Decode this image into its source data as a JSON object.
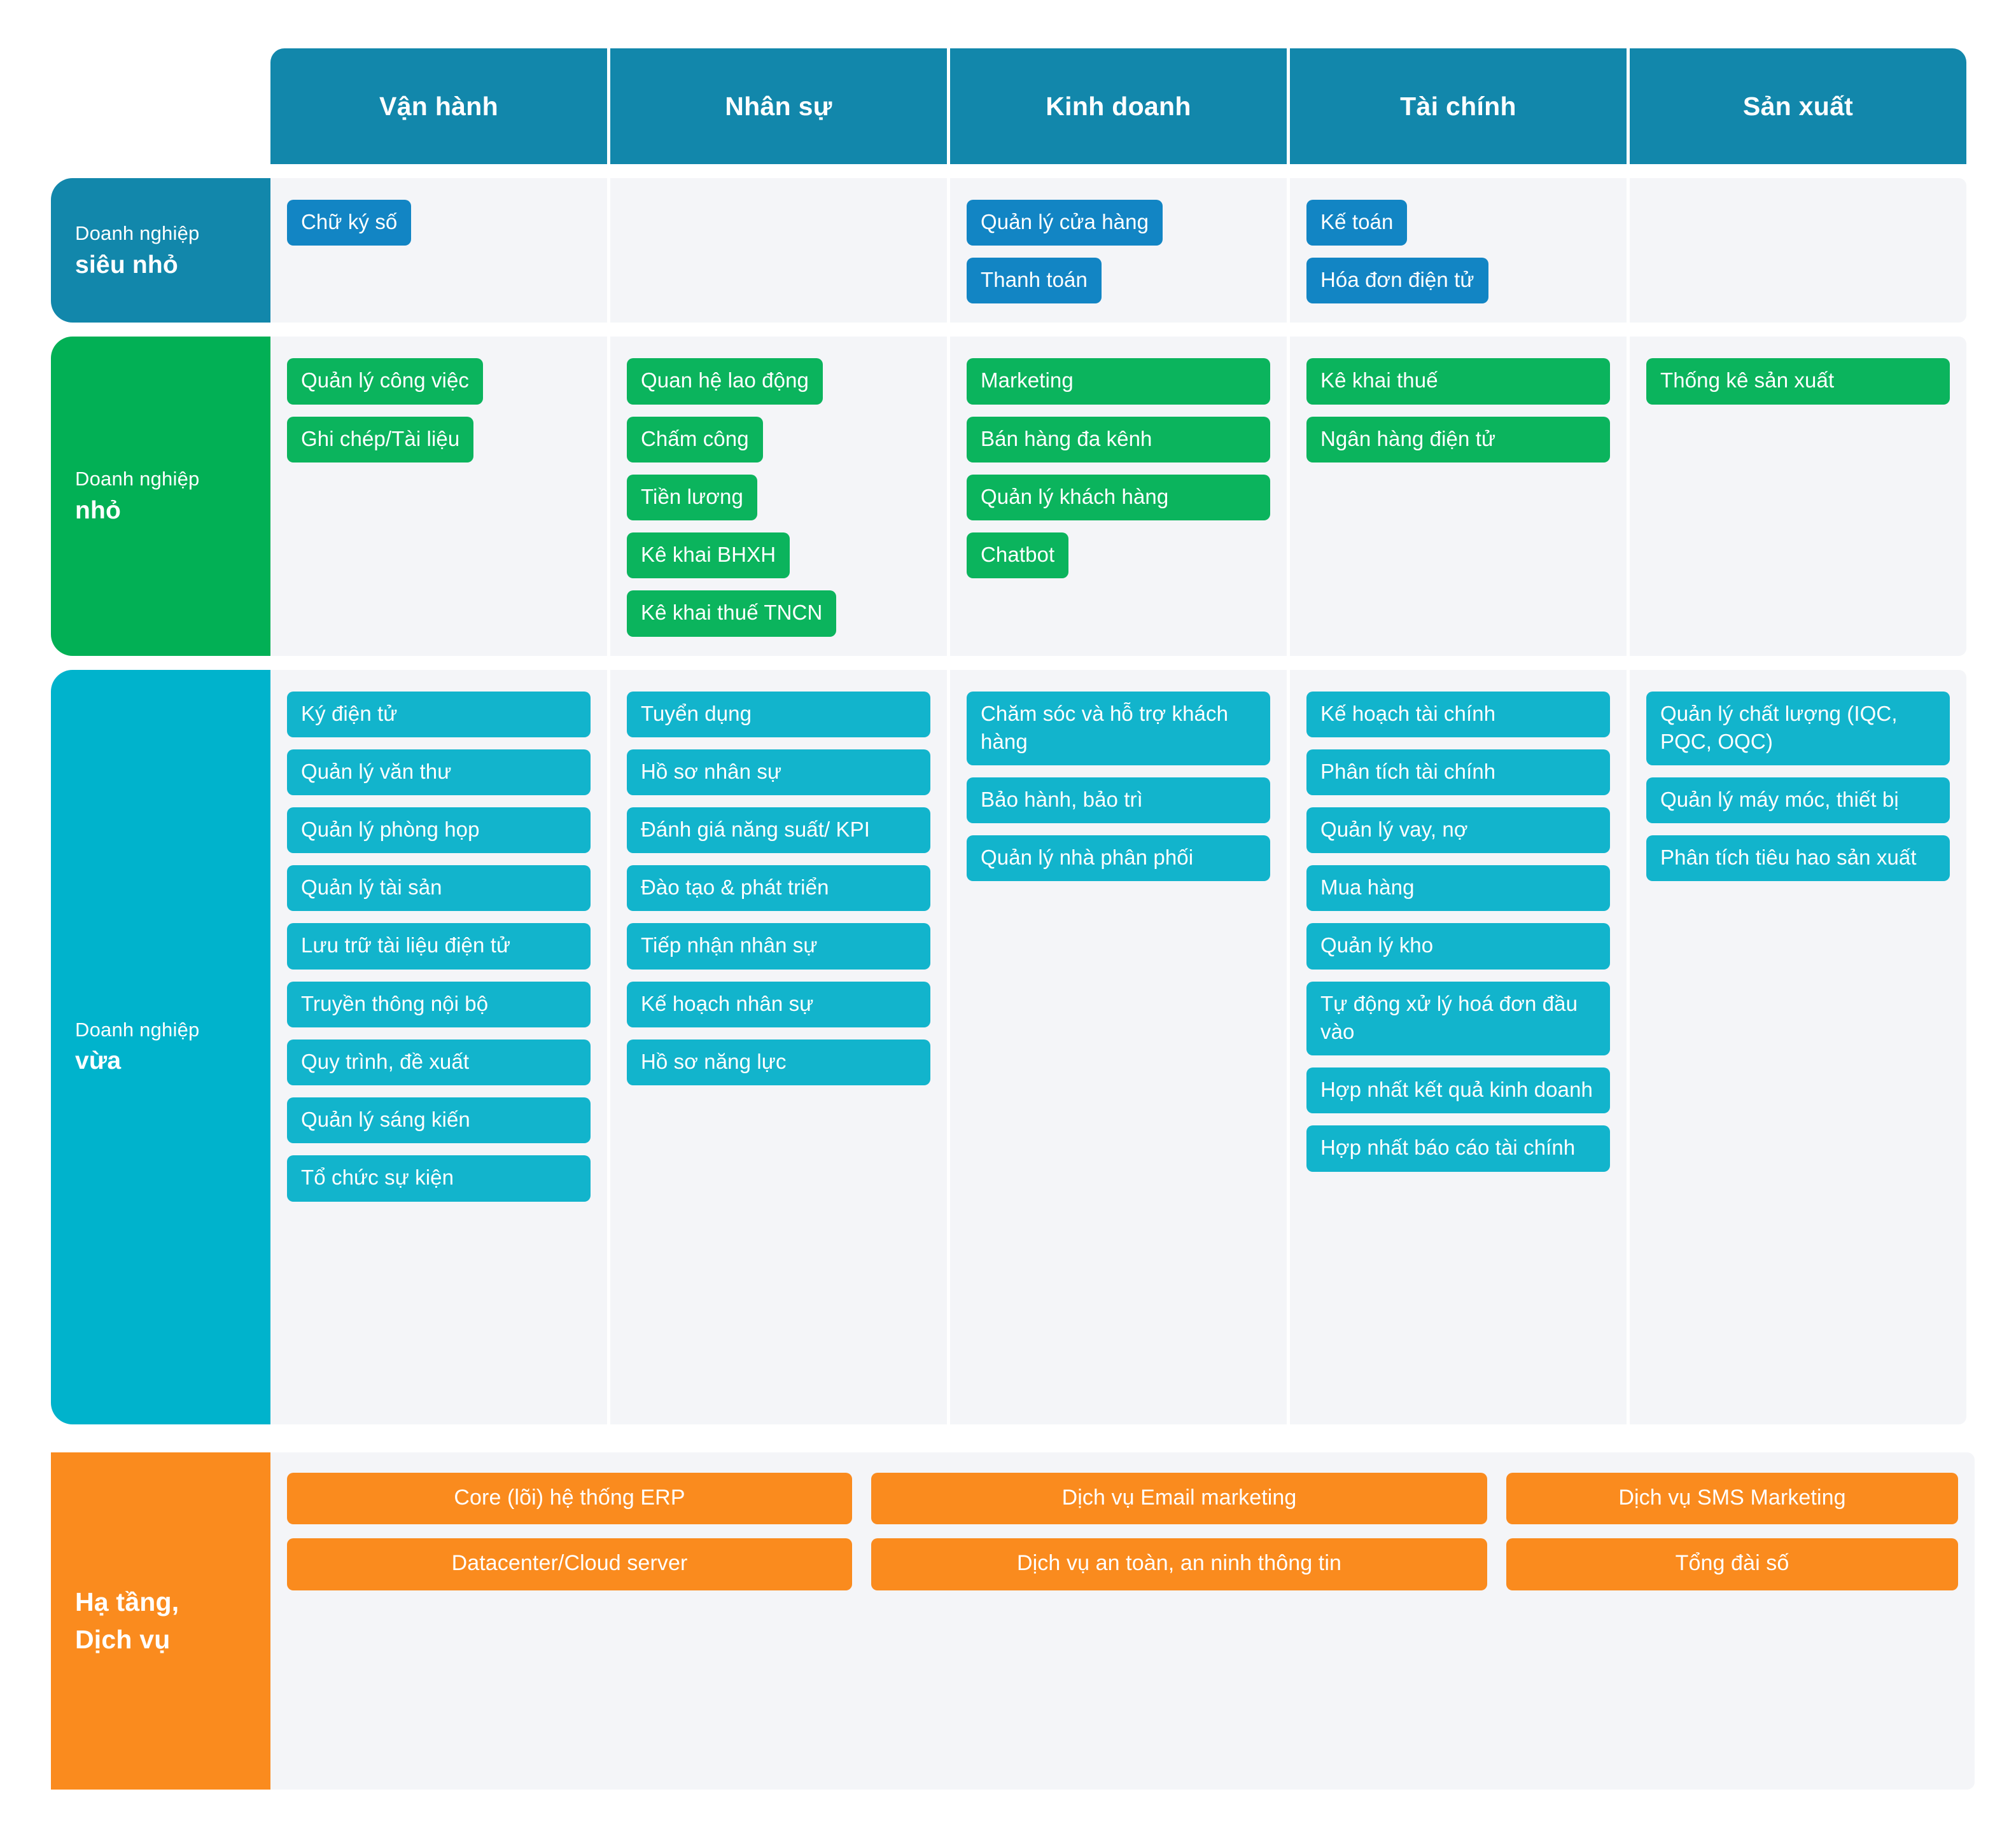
{
  "header": {
    "columns": [
      {
        "label": "Vận hành"
      },
      {
        "label": "Nhân sự"
      },
      {
        "label": "Kinh doanh"
      },
      {
        "label": "Tài chính"
      },
      {
        "label": "Sản xuất"
      }
    ]
  },
  "colors": {
    "header_teal": "#1287ab",
    "micro_blue": "#1285c4",
    "small_green": "#02b055",
    "medium_cyan": "#00b3cc",
    "infra_orange": "#fa8b1e",
    "panel_bg": "#f4f5f8",
    "page_bg": "#ffffff"
  },
  "rows": [
    {
      "id": "micro",
      "label_line1": "Doanh nghiệp",
      "label_line2": "siêu nhỏ",
      "cells": [
        {
          "column": "Vận hành",
          "items": [
            "Chữ ký số"
          ]
        },
        {
          "column": "Nhân sự",
          "items": []
        },
        {
          "column": "Kinh doanh",
          "items": [
            "Quản lý cửa hàng",
            "Thanh toán"
          ]
        },
        {
          "column": "Tài chính",
          "items": [
            "Kế toán",
            "Hóa đơn điện tử"
          ]
        },
        {
          "column": "Sản xuất",
          "items": []
        }
      ]
    },
    {
      "id": "small",
      "label_line1": "Doanh nghiệp",
      "label_line2": "nhỏ",
      "cells": [
        {
          "column": "Vận hành",
          "items": [
            "Quản lý công việc",
            "Ghi chép/Tài liệu"
          ]
        },
        {
          "column": "Nhân sự",
          "items": [
            "Quan hệ lao động",
            "Chấm công",
            "Tiền lương",
            "Kê khai BHXH",
            "Kê khai thuế TNCN"
          ]
        },
        {
          "column": "Kinh doanh",
          "items": [
            "Marketing",
            "Bán hàng đa kênh",
            "Quản lý khách hàng",
            "Chatbot"
          ]
        },
        {
          "column": "Tài chính",
          "items": [
            "Kê khai thuế",
            "Ngân hàng điện tử"
          ]
        },
        {
          "column": "Sản xuất",
          "items": [
            "Thống kê sản xuất"
          ]
        }
      ]
    },
    {
      "id": "medium",
      "label_line1": "Doanh nghiệp",
      "label_line2": "vừa",
      "cells": [
        {
          "column": "Vận hành",
          "items": [
            "Ký điện tử",
            "Quản lý văn thư",
            "Quản lý phòng họp",
            "Quản lý tài sản",
            "Lưu trữ tài liệu điện tử",
            "Truyền thông nội bộ",
            "Quy trình, đề xuất",
            "Quản lý sáng kiến",
            "Tổ chức sự kiện"
          ]
        },
        {
          "column": "Nhân sự",
          "items": [
            "Tuyển dụng",
            "Hồ sơ nhân sự",
            "Đánh giá năng suất/ KPI",
            "Đào tạo & phát triển",
            "Tiếp nhận nhân sự",
            "Kế hoạch nhân sự",
            "Hồ sơ năng lực"
          ]
        },
        {
          "column": "Kinh doanh",
          "items": [
            "Chăm sóc và hỗ trợ khách hàng",
            "Bảo hành, bảo trì",
            "Quản lý nhà phân phối"
          ]
        },
        {
          "column": "Tài chính",
          "items": [
            "Kế hoạch tài chính",
            "Phân tích tài chính",
            "Quản lý vay, nợ",
            "Mua hàng",
            "Quản lý kho",
            "Tự động xử lý hoá đơn đầu vào",
            "Hợp nhất kết quả kinh doanh",
            "Hợp nhất báo cáo tài chính"
          ]
        },
        {
          "column": "Sản xuất",
          "items": [
            "Quản lý chất lượng (IQC, PQC, OQC)",
            "Quản lý máy móc, thiết bị",
            "Phân tích tiêu hao sản xuất"
          ]
        }
      ]
    }
  ],
  "infra": {
    "label_line1": "Hạ tầng,",
    "label_line2": "Dịch vụ",
    "groups": [
      {
        "items": [
          "Core (lõi) hệ thống ERP",
          "Datacenter/Cloud server"
        ]
      },
      {
        "items": [
          "Dịch vụ Email marketing",
          "Dịch vụ an toàn, an ninh thông tin"
        ]
      },
      {
        "items": [
          "Dịch vụ SMS Marketing",
          "Tổng đài số"
        ]
      }
    ]
  }
}
